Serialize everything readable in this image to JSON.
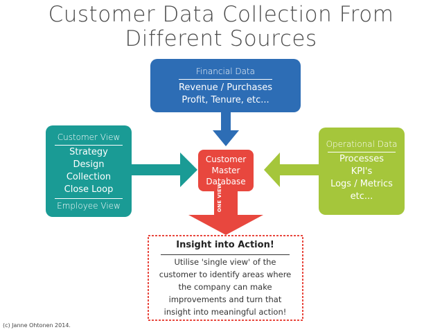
{
  "title": {
    "line1": "Customer Data Collection From",
    "line2": "Different Sources"
  },
  "financial": {
    "header": "Financial Data",
    "lines": [
      "Revenue / Purchases",
      "Profit, Tenure, etc..."
    ]
  },
  "customer_view": {
    "header": "Customer View",
    "lines": [
      "Strategy",
      "Design",
      "Collection",
      "Close Loop"
    ],
    "footer": "Employee View"
  },
  "operational": {
    "header": "Operational Data",
    "lines": [
      "Processes",
      "KPI's",
      "Logs / Metrics",
      "etc..."
    ]
  },
  "master": {
    "lines": [
      "Customer",
      "Master",
      "Database"
    ]
  },
  "one_view_label": "ONE VIEW",
  "insight": {
    "title": "Insight into Action!",
    "lines": [
      "Utilise 'single view' of the",
      "customer to identify areas where",
      "the company can make",
      "improvements and turn that",
      "insight into meaningful action!"
    ]
  },
  "credit": "(c) Janne Ohtonen 2014.",
  "colors": {
    "financial": "#2d6db5",
    "customer_view": "#1a9b95",
    "operational": "#a5c63b",
    "master": "#e8473e",
    "insight_border": "#e8473e",
    "title": "#4a4a4a"
  }
}
